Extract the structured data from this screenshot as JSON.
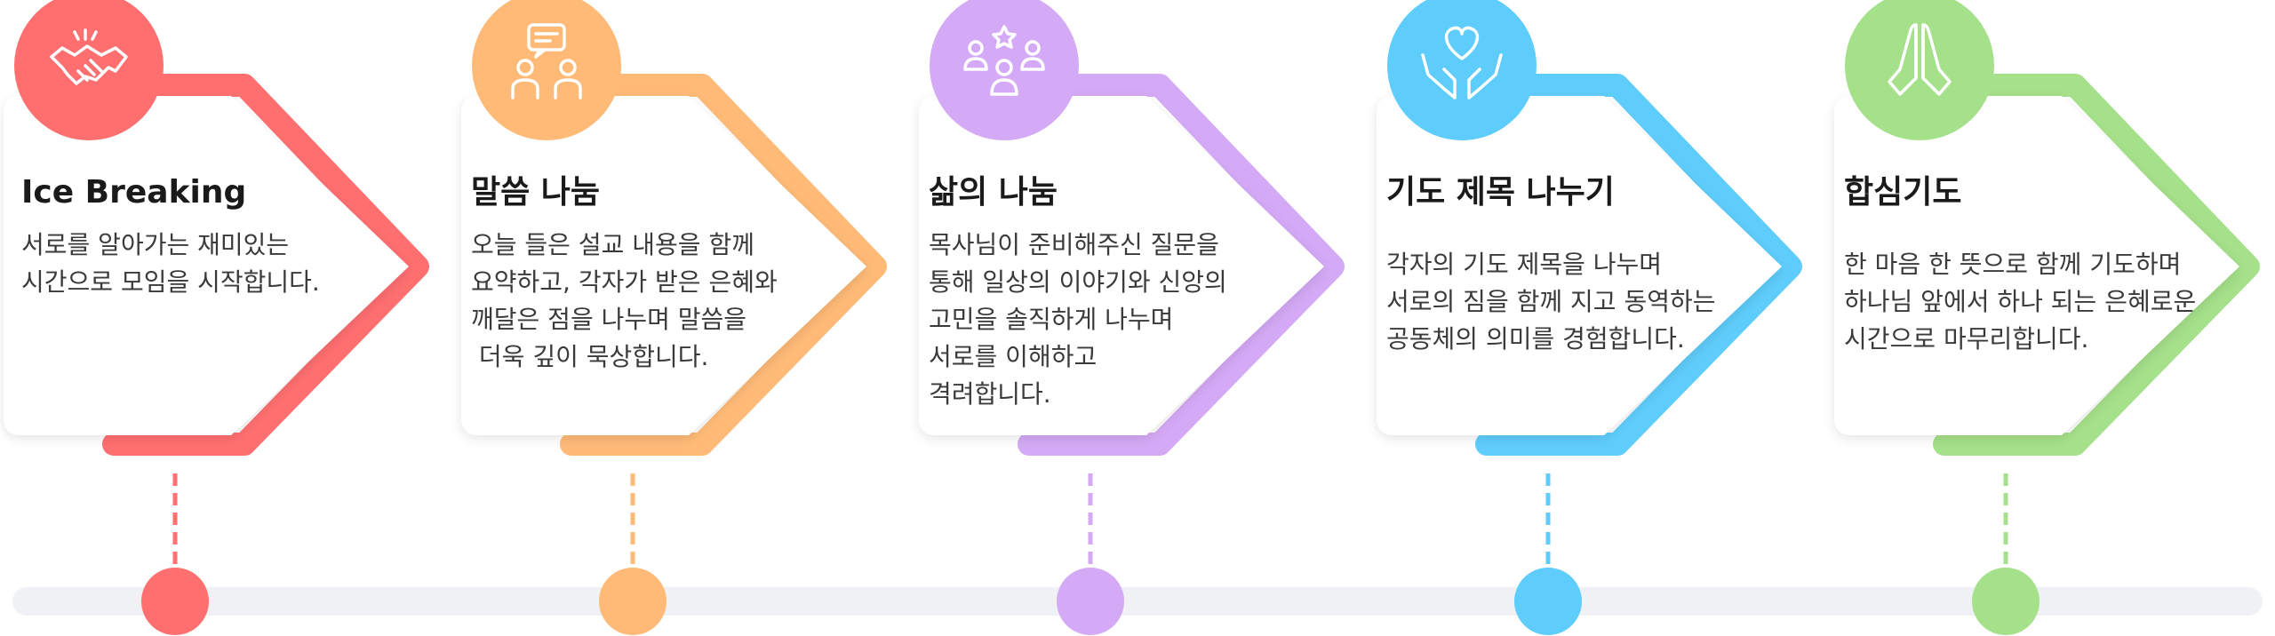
{
  "stages": [
    {
      "title": "Ice Breaking",
      "lines": [
        "서로를 알아가는 재미있는",
        "시간으로 모임을 시작합니다."
      ],
      "icon": "handshake-icon",
      "color": "#ff6f70"
    },
    {
      "title": "말씀 나눔",
      "lines": [
        "오늘 들은 설교 내용을 함께",
        "요약하고, 각자가 받은 은혜와",
        "깨달은 점을 나누며 말씀을",
        " 더욱 깊이 묵상합니다."
      ],
      "icon": "conversation-icon",
      "color": "#ffba77"
    },
    {
      "title": "삶의 나눔",
      "lines": [
        "목사님이 준비해주신 질문을",
        "통해 일상의 이야기와 신앙의",
        "고민을 솔직하게 나누며",
        "서로를 이해하고",
        "격려합니다."
      ],
      "icon": "community-icon",
      "color": "#d4a9f6"
    },
    {
      "title": "기도 제목 나누기",
      "lines": [
        "각자의 기도 제목을 나누며",
        "서로의 짐을 함께 지고 동역하는",
        "공동체의 의미를 경험합니다."
      ],
      "icon": "heart-hands-icon",
      "color": "#5fcdfc"
    },
    {
      "title": "합심기도",
      "lines": [
        "한 마음 한 뜻으로 함께 기도하며",
        "하나님 앞에서 하나 되는 은혜로운",
        "시간으로 마무리합니다."
      ],
      "icon": "praying-hands-icon",
      "color": "#a5e08a"
    }
  ]
}
